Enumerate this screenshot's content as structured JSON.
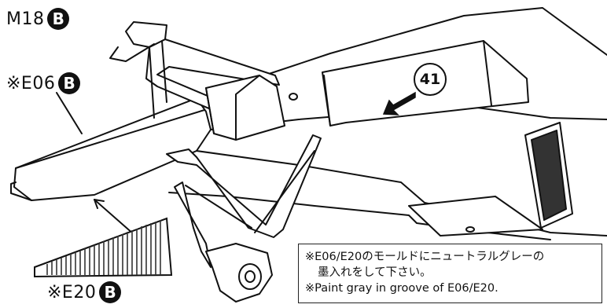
{
  "labels": {
    "m18": {
      "code": "M18",
      "badge": "B"
    },
    "e06": {
      "code": "※E06",
      "badge": "B"
    },
    "e20": {
      "code": "※E20",
      "badge": "B"
    }
  },
  "step_number": "41",
  "note": {
    "line1": "※E06/E20のモールドにニュートラルグレーの",
    "line2": "墨入れをして下さい。",
    "line3": "※Paint gray in groove of E06/E20."
  },
  "colors": {
    "ink": "#111111",
    "paper": "#ffffff",
    "hatch": "#333333"
  }
}
